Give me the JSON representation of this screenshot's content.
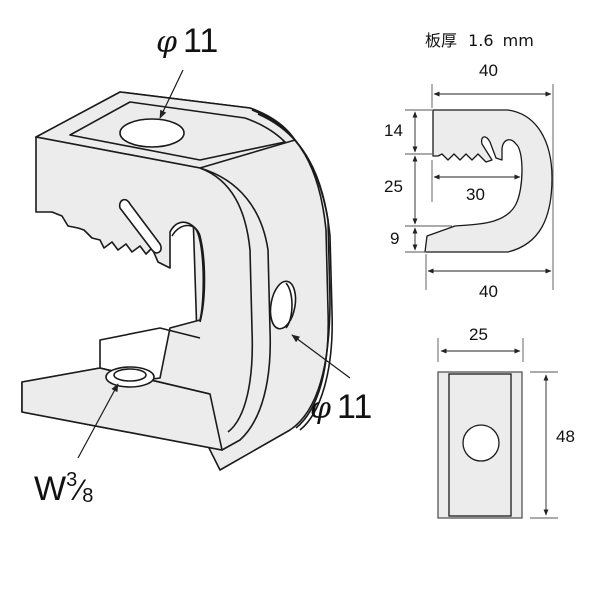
{
  "colors": {
    "fill": "#ececec",
    "stroke": "#1a1a1a",
    "dim_line": "#333333",
    "background": "#ffffff"
  },
  "plate_thickness": {
    "label": "板厚",
    "value": "1.6",
    "unit": "mm"
  },
  "iso_view": {
    "top_hole_label": {
      "symbol": "φ",
      "value": "11"
    },
    "side_hole_label": {
      "symbol": "φ",
      "value": "11"
    },
    "thread_label": {
      "prefix": "W",
      "numerator": "3",
      "slash": "⁄",
      "denominator": "8"
    }
  },
  "side_view": {
    "top_width": "40",
    "upper_jaw_height": "14",
    "gap_height": "25",
    "inner_depth": "30",
    "lower_jaw_height": "9",
    "bottom_width": "40"
  },
  "front_view": {
    "width": "25",
    "height": "48"
  }
}
